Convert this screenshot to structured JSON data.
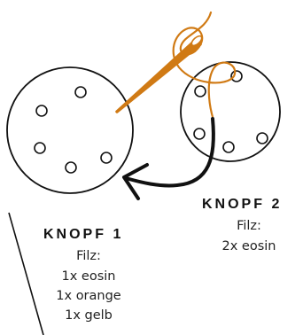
{
  "buttons": [
    {
      "title": "KNOPF 1",
      "lines": [
        "Filz:",
        "1x eosin",
        "1x orange",
        "1x gelb"
      ]
    },
    {
      "title": "KNOPF 2",
      "lines": [
        "Filz:",
        "2x eosin"
      ]
    }
  ],
  "colors": {
    "outline": "#111111",
    "needle": "#d07a14",
    "thread": "#d07a14",
    "arrow": "#111111"
  },
  "icons": {
    "needle": "sewing-needle-icon",
    "arrow": "curved-arrow-icon"
  }
}
